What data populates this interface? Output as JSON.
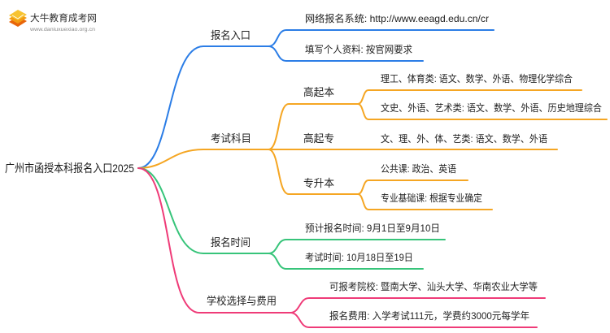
{
  "logo": {
    "icon": "book-stack-icon",
    "name": "大牛教育成考网",
    "url": "www.daniuxuexiao.org.cn"
  },
  "mindmap": {
    "root": "广州市函授本科报名入口2025",
    "branches": [
      {
        "label": "报名入口",
        "color": "#2b7de6",
        "children": [
          {
            "label": "网络报名系统: http://www.eeagd.edu.cn/cr"
          },
          {
            "label": "填写个人资料: 按官网要求"
          }
        ]
      },
      {
        "label": "考试科目",
        "color": "#f5a623",
        "children": [
          {
            "label": "高起本",
            "children": [
              {
                "label": "理工、体育类: 语文、数学、外语、物理化学综合"
              },
              {
                "label": "文史、外语、艺术类: 语文、数学、外语、历史地理综合"
              }
            ]
          },
          {
            "label": "高起专",
            "children": [
              {
                "label": "文、理、外、体、艺类: 语文、数学、外语"
              }
            ]
          },
          {
            "label": "专升本",
            "children": [
              {
                "label": "公共课: 政治、英语"
              },
              {
                "label": "专业基础课: 根据专业确定"
              }
            ]
          }
        ]
      },
      {
        "label": "报名时间",
        "color": "#37c47a",
        "children": [
          {
            "label": "预计报名时间: 9月1日至9月10日"
          },
          {
            "label": "考试时间: 10月18日至19日"
          }
        ]
      },
      {
        "label": "学校选择与费用",
        "color": "#ef3b78",
        "children": [
          {
            "label": "可报考院校: 暨南大学、汕头大学、华南农业大学等"
          },
          {
            "label": "报名费用: 入学考试111元，学费约3000元每学年"
          }
        ]
      }
    ]
  }
}
